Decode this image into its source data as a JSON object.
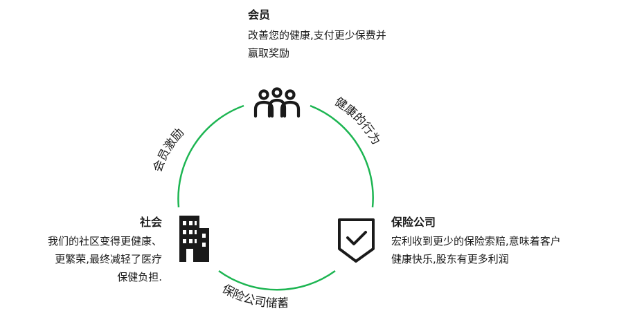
{
  "nodes": {
    "member": {
      "title": "会员",
      "desc_line1": "改善您的健康,支付更少保费并",
      "desc_line2": "赢取奖励",
      "icon": "people-group-icon"
    },
    "society": {
      "title": "社会",
      "desc_line1": "我们的社区变得更健康、",
      "desc_line2": "更繁荣,最终减轻了医疗",
      "desc_line3": "保健负担.",
      "icon": "building-icon"
    },
    "insurer": {
      "title": "保险公司",
      "desc_line1": "宏利收到更少的保险索赔,意味着客户",
      "desc_line2": "健康快乐,股东有更多利润",
      "icon": "shield-check-icon"
    }
  },
  "arcs": {
    "left": "会员激励",
    "right": "健康的行为",
    "bottom": "保险公司储蓄"
  },
  "colors": {
    "cycle_line": "#1db552",
    "text": "#1a1a1a"
  }
}
